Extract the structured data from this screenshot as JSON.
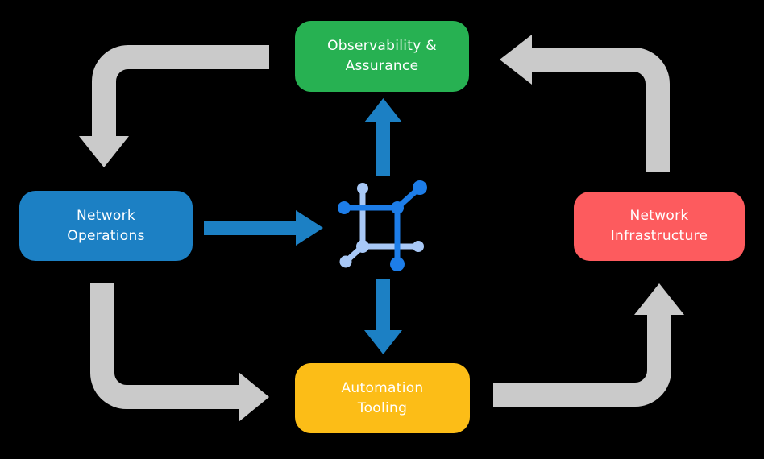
{
  "canvas": {
    "background": "#000000"
  },
  "nodes": {
    "observability": {
      "label": "Observability &\nAssurance",
      "color": "#27b152"
    },
    "operations": {
      "label": "Network\nOperations",
      "color": "#1c80c4"
    },
    "infrastructure": {
      "label": "Network\nInfrastructure",
      "color": "#fd5b5e"
    },
    "automation": {
      "label": "Automation\nTooling",
      "color": "#fcbd17"
    }
  },
  "colors": {
    "text": "#ffffff",
    "cycle_arrow": "#cacaca",
    "flow_arrow": "#1c80c4",
    "icon_dark": "#1d7de8",
    "icon_light": "#a8c8f6"
  },
  "center_icon": {
    "name": "network-fabric-icon"
  },
  "cycle_arrows": [
    {
      "from": "Observability & Assurance",
      "to": "Network Operations"
    },
    {
      "from": "Network Operations",
      "to": "Automation Tooling"
    },
    {
      "from": "Automation Tooling",
      "to": "Network Infrastructure"
    },
    {
      "from": "Network Infrastructure",
      "to": "Observability & Assurance"
    }
  ],
  "flow_arrows": [
    {
      "from": "Network Operations",
      "to": "network-fabric-icon"
    },
    {
      "from": "network-fabric-icon",
      "to": "Observability & Assurance"
    },
    {
      "from": "network-fabric-icon",
      "to": "Automation Tooling"
    }
  ]
}
